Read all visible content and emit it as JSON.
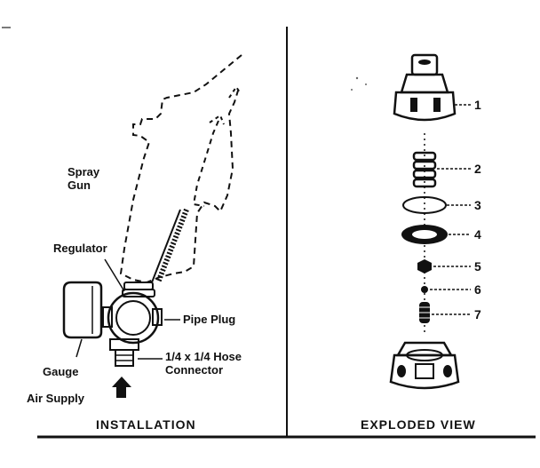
{
  "installation": {
    "caption": "INSTALLATION",
    "labels": {
      "spray_gun_line1": "Spray",
      "spray_gun_line2": "Gun",
      "regulator": "Regulator",
      "pipe_plug": "Pipe Plug",
      "hose_line1": "1/4 x 1/4 Hose",
      "hose_line2": "Connector",
      "gauge": "Gauge",
      "air_supply": "Air Supply"
    }
  },
  "exploded": {
    "caption": "EXPLODED VIEW",
    "parts": [
      "1",
      "2",
      "3",
      "4",
      "5",
      "6",
      "7"
    ]
  },
  "icons": [
    "arrow-up-icon"
  ]
}
